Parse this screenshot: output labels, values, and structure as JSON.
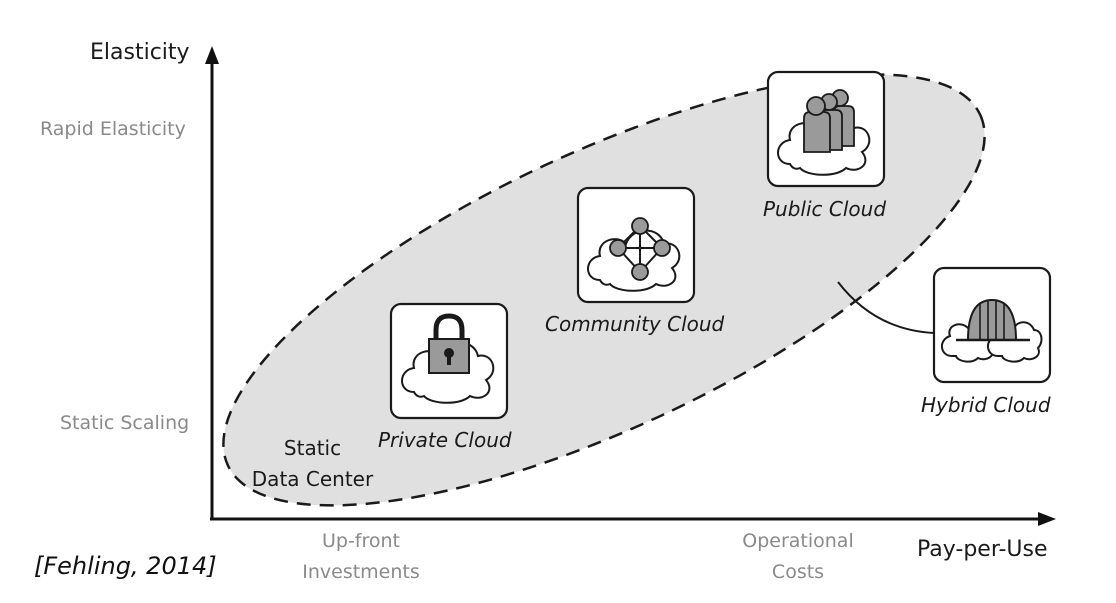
{
  "axes": {
    "y_title": "Elasticity",
    "x_title": "Pay-per-Use",
    "y_ticks": {
      "high": "Rapid Elasticity",
      "low": "Static Scaling"
    },
    "x_ticks": {
      "left": [
        "Up-front",
        "Investments"
      ],
      "right": [
        "Operational",
        "Costs"
      ]
    }
  },
  "nodes": {
    "static": [
      "Static",
      "Data Center"
    ],
    "private": "Private Cloud",
    "community": "Community Cloud",
    "public": "Public Cloud",
    "hybrid": "Hybrid Cloud"
  },
  "icons": {
    "private": "cloud-padlock-icon",
    "community": "cloud-network-icon",
    "public": "cloud-people-icon",
    "hybrid": "hybrid-cloud-icon"
  },
  "colors": {
    "ellipse_fill": "#e0e0e0",
    "icon_fill": "#9a9a9a",
    "tick_text": "#8a8a8a"
  },
  "citation": "[Fehling, 2014]"
}
